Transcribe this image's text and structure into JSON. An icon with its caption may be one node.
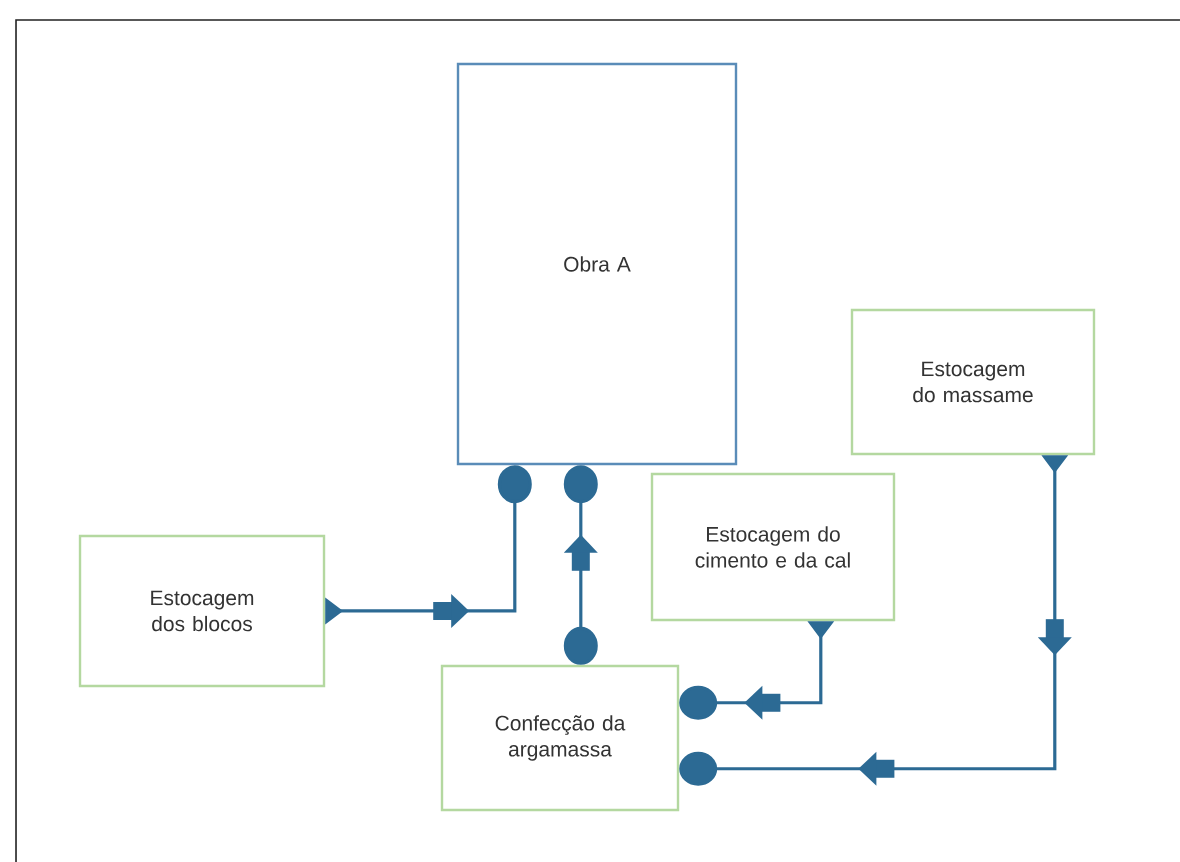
{
  "diagram": {
    "nodes": [
      {
        "text": [
          "Obra A"
        ]
      },
      {
        "text": [
          "Estocagem dos blocos"
        ]
      },
      {
        "text": [
          "Estocagem do cimento e da cal"
        ]
      },
      {
        "text": [
          "Estocagem do massame"
        ]
      },
      {
        "text": [
          "Confecção da argamassa"
        ]
      }
    ],
    "edges": [
      {
        "from": 1,
        "to": 0,
        "arrow": "to"
      },
      {
        "from": 4,
        "to": 0,
        "arrow": "to"
      },
      {
        "from": 2,
        "to": 4,
        "arrow": "to"
      },
      {
        "from": 3,
        "to": 4,
        "arrow": "to"
      }
    ]
  }
}
